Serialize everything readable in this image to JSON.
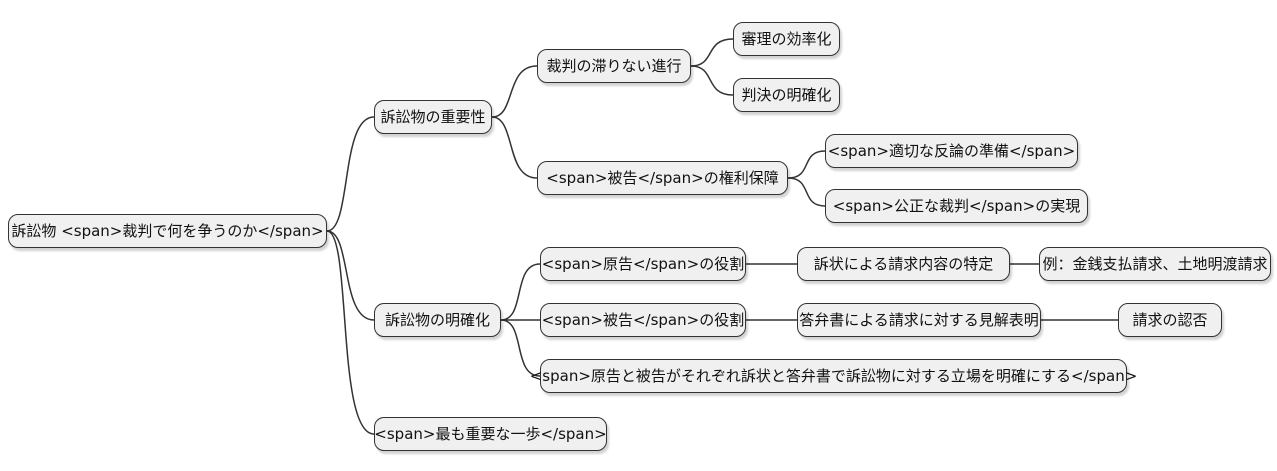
{
  "diagram": {
    "type": "mindmap",
    "background_color": "#ffffff",
    "node_fill_color": "#f0f0f0",
    "node_border_color": "#333333",
    "edge_color": "#333333",
    "nodes": [
      {
        "id": "root",
        "parent": null,
        "label": "訴訟物 <span>裁判で何を争うのか</span>"
      },
      {
        "id": "importance",
        "parent": "root",
        "label": "訴訟物の重要性"
      },
      {
        "id": "smooth-progress",
        "parent": "importance",
        "label": "裁判の滞りない進行"
      },
      {
        "id": "efficiency",
        "parent": "smooth-progress",
        "label": "審理の効率化"
      },
      {
        "id": "judgment-clarity",
        "parent": "smooth-progress",
        "label": "判決の明確化"
      },
      {
        "id": "defendant-rights",
        "parent": "importance",
        "label": "<span>被告</span>の権利保障"
      },
      {
        "id": "counter-prep",
        "parent": "defendant-rights",
        "label": "<span>適切な反論の準備</span>"
      },
      {
        "id": "fair-trial",
        "parent": "defendant-rights",
        "label": "<span>公正な裁判</span>の実現"
      },
      {
        "id": "clarification",
        "parent": "root",
        "label": "訴訟物の明確化"
      },
      {
        "id": "plaintiff-role",
        "parent": "clarification",
        "label": "<span>原告</span>の役割"
      },
      {
        "id": "complaint-spec",
        "parent": "plaintiff-role",
        "label": "訴状による請求内容の特定"
      },
      {
        "id": "claim-examples",
        "parent": "complaint-spec",
        "label": "例：金銭支払請求、土地明渡請求"
      },
      {
        "id": "defendant-role",
        "parent": "clarification",
        "label": "<span>被告</span>の役割"
      },
      {
        "id": "answer-opinion",
        "parent": "defendant-role",
        "label": "答弁書による請求に対する見解表明"
      },
      {
        "id": "claim-admission",
        "parent": "answer-opinion",
        "label": "請求の認否"
      },
      {
        "id": "both-clarify",
        "parent": "clarification",
        "label": "<span>原告と被告がそれぞれ訴状と答弁書で訴訟物に対する立場を明確にする</span>"
      },
      {
        "id": "important-step",
        "parent": "root",
        "label": "<span>最も重要な一歩</span>"
      }
    ]
  }
}
